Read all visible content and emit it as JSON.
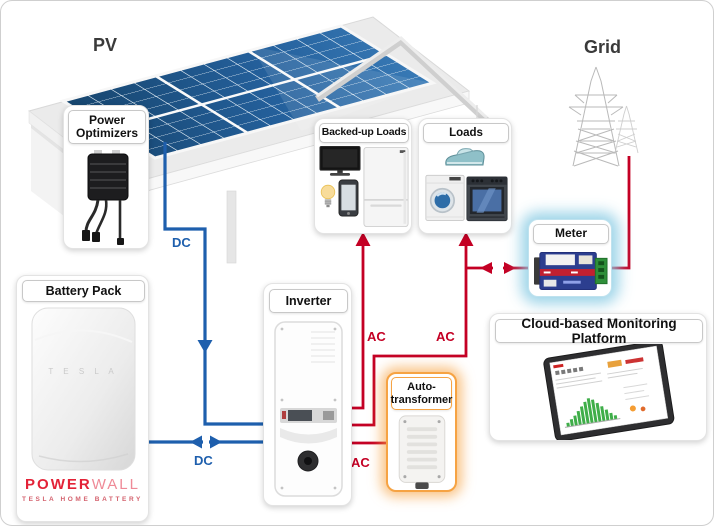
{
  "title_labels": {
    "pv": "PV",
    "grid": "Grid"
  },
  "line_labels": {
    "dc_pv": "DC",
    "dc_battery": "DC",
    "ac_backed_up": "AC",
    "ac_loads": "AC",
    "ac_transformer": "AC"
  },
  "boxes": {
    "power_optimizers": {
      "label": "Power Optimizers"
    },
    "battery_pack": {
      "label": "Battery Pack",
      "device_wordmark": "T E S L A",
      "brand_primary": "POWER",
      "brand_secondary": "WALL",
      "brand_subtitle": "TESLA HOME BATTERY"
    },
    "inverter": {
      "label": "Inverter"
    },
    "backed_up_loads": {
      "label": "Backed-up Loads"
    },
    "loads": {
      "label": "Loads"
    },
    "meter": {
      "label": "Meter"
    },
    "auto_transformer": {
      "label": "Auto-transformer"
    },
    "monitoring": {
      "label": "Cloud-based Monitoring Platform"
    }
  },
  "colors": {
    "dc_line": "#1e5fad",
    "ac_line": "#c40024",
    "panel_blue": "#2a5f94",
    "meter_glow": "#8ccde4",
    "transformer_glow": "#f6a343",
    "powerwall_red": "#e32237"
  }
}
